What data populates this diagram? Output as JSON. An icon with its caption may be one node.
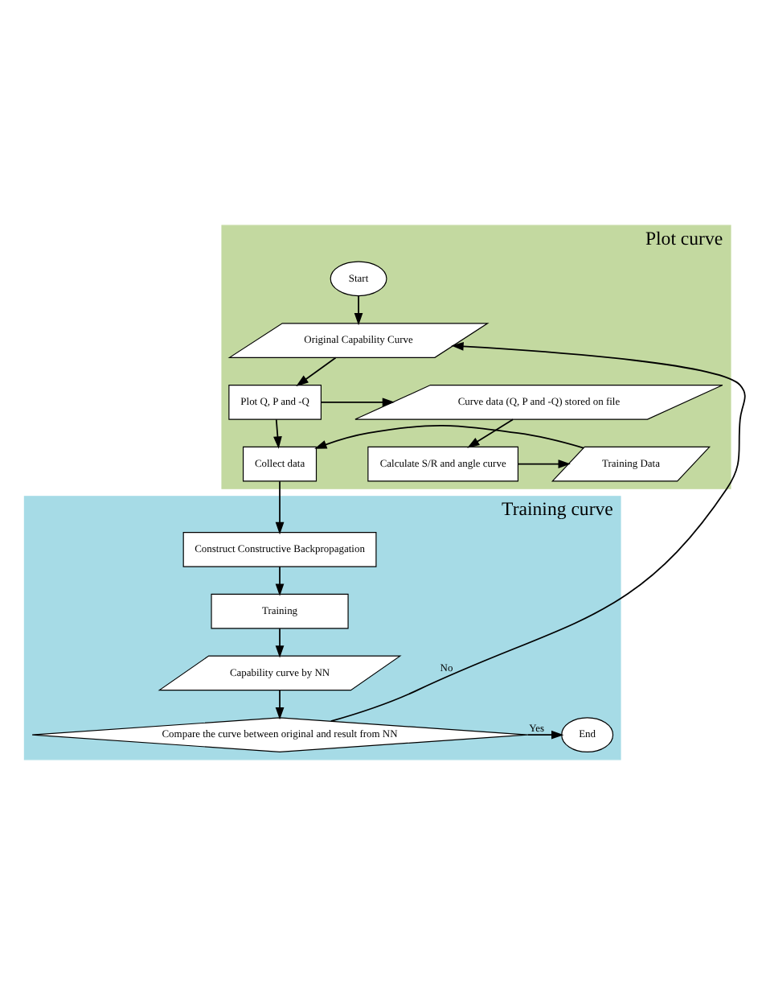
{
  "diagram": {
    "nodes": [
      {
        "text": [
          "Plot curve"
        ]
      },
      {
        "text": [
          "Start"
        ],
        "in": 0
      },
      {
        "text": [
          "Original Capability Curve"
        ],
        "in": 0
      },
      {
        "text": [
          "Plot Q, P and -Q"
        ],
        "in": 0
      },
      {
        "text": [
          "Curve data (Q, P and -Q) stored on file"
        ],
        "in": 0
      },
      {
        "text": [
          "Collect data"
        ],
        "in": 0
      },
      {
        "text": [
          "Training Data"
        ],
        "in": 0
      },
      {
        "text": [
          "Calculate S/R and angle curve"
        ],
        "in": 0
      },
      {
        "text": [
          "Training curve"
        ]
      },
      {
        "text": [
          "Construct Constructive Backpropagation"
        ],
        "in": 8
      },
      {
        "text": [
          "Training"
        ],
        "in": 8
      },
      {
        "text": [
          "Capability curve by NN"
        ],
        "in": 8
      },
      {
        "text": [
          "Compare the curve between original and result from NN"
        ],
        "in": 8
      },
      {
        "text": [
          "End"
        ],
        "in": 8
      }
    ],
    "edges": [
      {
        "from": 1,
        "to": 2,
        "arrow": "to"
      },
      {
        "from": 2,
        "to": 3,
        "arrow": "to"
      },
      {
        "from": 3,
        "to": 4,
        "arrow": "to"
      },
      {
        "from": 3,
        "to": 5,
        "arrow": "to"
      },
      {
        "from": 4,
        "to": 7,
        "arrow": "to"
      },
      {
        "from": 7,
        "to": 6,
        "arrow": "to"
      },
      {
        "from": 6,
        "to": 5,
        "arrow": "to"
      },
      {
        "from": 5,
        "to": 9,
        "arrow": "to"
      },
      {
        "from": 9,
        "to": 10,
        "arrow": "to"
      },
      {
        "from": 10,
        "to": 11,
        "arrow": "to"
      },
      {
        "from": 11,
        "to": 12,
        "arrow": "to"
      },
      {
        "from": 12,
        "to": 13,
        "label": "Yes",
        "arrow": "to"
      },
      {
        "from": 12,
        "to": 2,
        "label": "No",
        "arrow": "to"
      }
    ]
  }
}
